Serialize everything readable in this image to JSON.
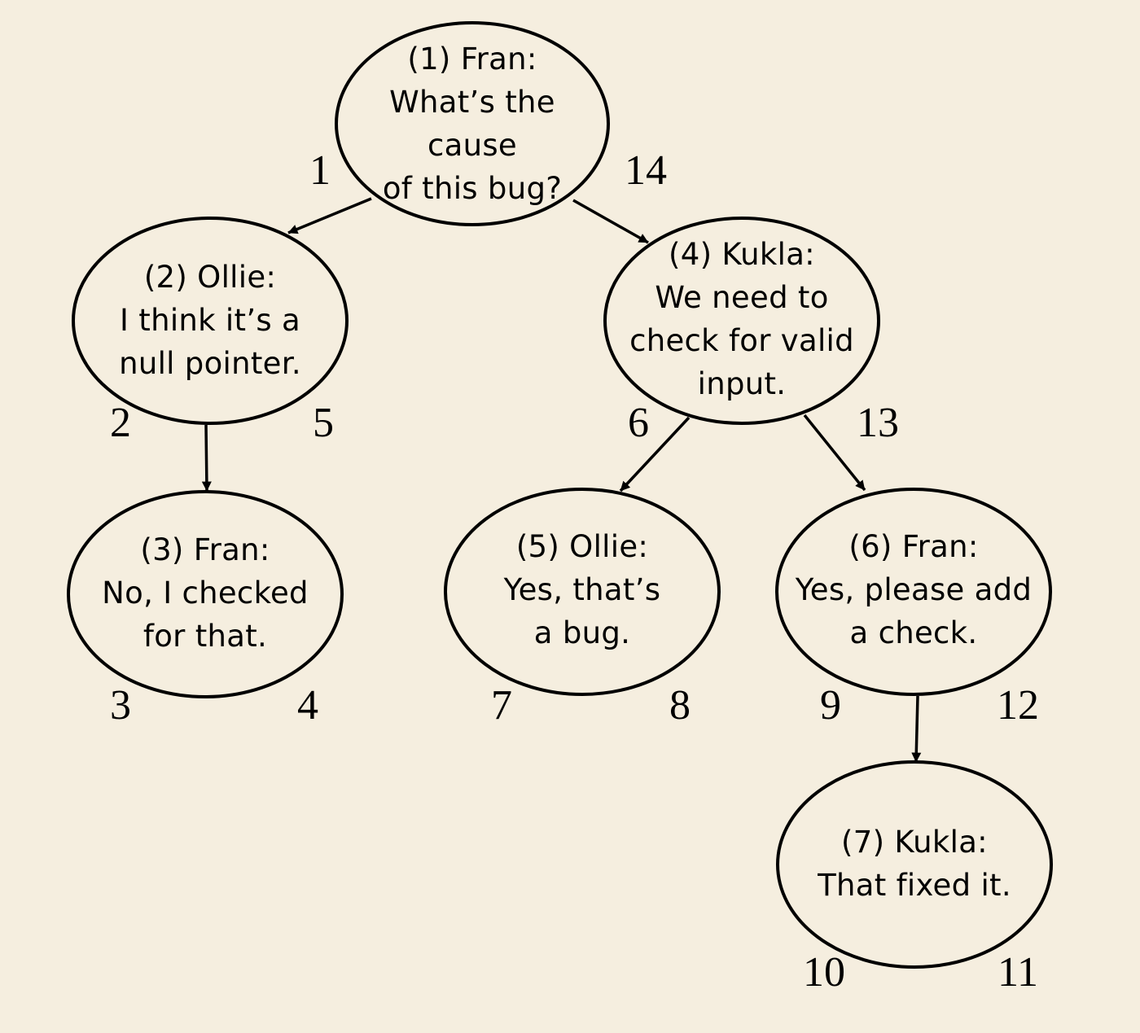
{
  "nodes": [
    {
      "id": "1",
      "lines": [
        "(1) Fran:",
        "What’s the",
        "cause",
        "of this bug?"
      ],
      "left_number": "1",
      "right_number": "14"
    },
    {
      "id": "2",
      "lines": [
        "(2) Ollie:",
        "I think it’s a",
        "null pointer."
      ],
      "left_number": "2",
      "right_number": "5"
    },
    {
      "id": "3",
      "lines": [
        "(3) Fran:",
        "No, I checked",
        "for that."
      ],
      "left_number": "3",
      "right_number": "4"
    },
    {
      "id": "4",
      "lines": [
        "(4) Kukla:",
        "We need to",
        "check for valid",
        "input."
      ],
      "left_number": "6",
      "right_number": "13"
    },
    {
      "id": "5",
      "lines": [
        "(5) Ollie:",
        "Yes, that’s",
        "a bug."
      ],
      "left_number": "7",
      "right_number": "8"
    },
    {
      "id": "6",
      "lines": [
        "(6) Fran:",
        "Yes, please add",
        "a check."
      ],
      "left_number": "9",
      "right_number": "12"
    },
    {
      "id": "7",
      "lines": [
        "(7) Kukla:",
        "That fixed it."
      ],
      "left_number": "10",
      "right_number": "11"
    }
  ],
  "edges": [
    {
      "from": "1",
      "to": "2"
    },
    {
      "from": "1",
      "to": "4"
    },
    {
      "from": "2",
      "to": "3"
    },
    {
      "from": "4",
      "to": "5"
    },
    {
      "from": "4",
      "to": "6"
    },
    {
      "from": "6",
      "to": "7"
    }
  ]
}
